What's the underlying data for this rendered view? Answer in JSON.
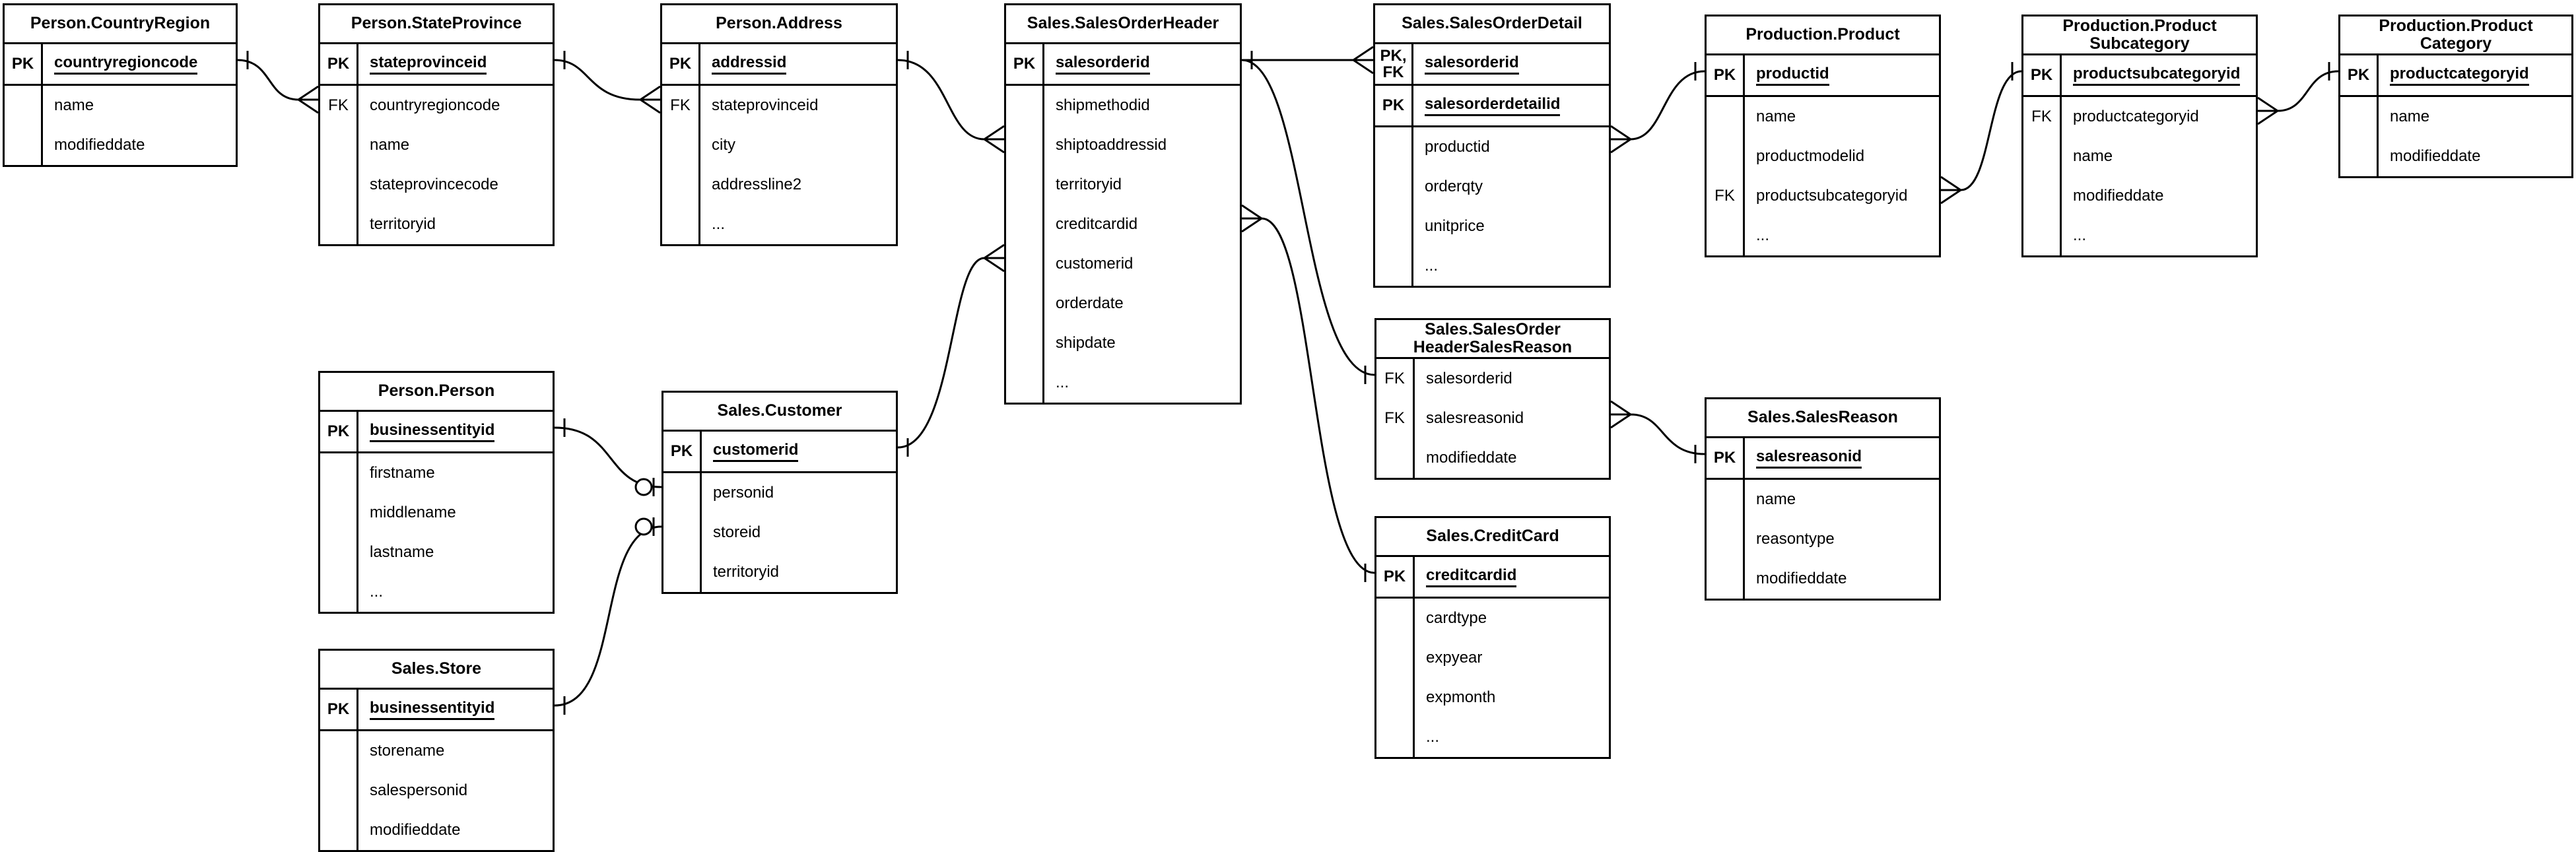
{
  "diagram": {
    "background_color": "#ffffff",
    "line_color": "#000000",
    "text_color": "#000000",
    "notation": "crow's foot"
  },
  "entities": [
    {
      "id": "person-countryregion",
      "title": "Person.CountryRegion",
      "sections": [
        [
          {
            "key": "PK",
            "name": "countryregioncode",
            "pk": true
          }
        ],
        [
          {
            "key": "",
            "name": "name"
          },
          {
            "key": "",
            "name": "modifieddate"
          }
        ]
      ]
    },
    {
      "id": "person-stateprovince",
      "title": "Person.StateProvince",
      "sections": [
        [
          {
            "key": "PK",
            "name": "stateprovinceid",
            "pk": true
          }
        ],
        [
          {
            "key": "FK",
            "name": "countryregioncode"
          },
          {
            "key": "",
            "name": "name"
          },
          {
            "key": "",
            "name": "stateprovincecode"
          },
          {
            "key": "",
            "name": "territoryid"
          }
        ]
      ]
    },
    {
      "id": "person-address",
      "title": "Person.Address",
      "sections": [
        [
          {
            "key": "PK",
            "name": "addressid",
            "pk": true
          }
        ],
        [
          {
            "key": "FK",
            "name": "stateprovinceid"
          },
          {
            "key": "",
            "name": "city"
          },
          {
            "key": "",
            "name": "addressline2"
          },
          {
            "key": "",
            "name": "..."
          }
        ]
      ]
    },
    {
      "id": "sales-salesorderheader",
      "title": "Sales.SalesOrderHeader",
      "sections": [
        [
          {
            "key": "PK",
            "name": "salesorderid",
            "pk": true
          }
        ],
        [
          {
            "key": "",
            "name": "shipmethodid"
          },
          {
            "key": "",
            "name": "shiptoaddressid"
          },
          {
            "key": "",
            "name": "territoryid"
          },
          {
            "key": "",
            "name": "creditcardid"
          },
          {
            "key": "",
            "name": "customerid"
          },
          {
            "key": "",
            "name": "orderdate"
          },
          {
            "key": "",
            "name": "shipdate"
          },
          {
            "key": "",
            "name": "..."
          }
        ]
      ]
    },
    {
      "id": "sales-salesorderdetail",
      "title": "Sales.SalesOrderDetail",
      "sections": [
        [
          {
            "key": "PK, FK",
            "name": "salesorderid",
            "pk": true
          }
        ],
        [
          {
            "key": "PK",
            "name": "salesorderdetailid",
            "pk": true
          }
        ],
        [
          {
            "key": "",
            "name": "productid"
          },
          {
            "key": "",
            "name": "orderqty"
          },
          {
            "key": "",
            "name": "unitprice"
          },
          {
            "key": "",
            "name": "..."
          }
        ]
      ]
    },
    {
      "id": "production-product",
      "title": "Production.Product",
      "sections": [
        [
          {
            "key": "PK",
            "name": "productid",
            "pk": true
          }
        ],
        [
          {
            "key": "",
            "name": "name"
          },
          {
            "key": "",
            "name": "productmodelid"
          },
          {
            "key": "FK",
            "name": "productsubcategoryid"
          },
          {
            "key": "",
            "name": "..."
          }
        ]
      ]
    },
    {
      "id": "production-productsubcategory",
      "title": "Production.Product Subcategory",
      "sections": [
        [
          {
            "key": "PK",
            "name": "productsubcategoryid",
            "pk": true
          }
        ],
        [
          {
            "key": "FK",
            "name": "productcategoryid"
          },
          {
            "key": "",
            "name": "name"
          },
          {
            "key": "",
            "name": "modifieddate"
          },
          {
            "key": "",
            "name": "..."
          }
        ]
      ]
    },
    {
      "id": "production-productcategory",
      "title": "Production.Product Category",
      "sections": [
        [
          {
            "key": "PK",
            "name": "productcategoryid",
            "pk": true
          }
        ],
        [
          {
            "key": "",
            "name": "name"
          },
          {
            "key": "",
            "name": "modifieddate"
          }
        ]
      ]
    },
    {
      "id": "person-person",
      "title": "Person.Person",
      "sections": [
        [
          {
            "key": "PK",
            "name": "businessentityid",
            "pk": true
          }
        ],
        [
          {
            "key": "",
            "name": "firstname"
          },
          {
            "key": "",
            "name": "middlename"
          },
          {
            "key": "",
            "name": "lastname"
          },
          {
            "key": "",
            "name": "..."
          }
        ]
      ]
    },
    {
      "id": "sales-customer",
      "title": "Sales.Customer",
      "sections": [
        [
          {
            "key": "PK",
            "name": "customerid",
            "pk": true
          }
        ],
        [
          {
            "key": "",
            "name": "personid"
          },
          {
            "key": "",
            "name": "storeid"
          },
          {
            "key": "",
            "name": "territoryid"
          }
        ]
      ]
    },
    {
      "id": "sales-store",
      "title": "Sales.Store",
      "sections": [
        [
          {
            "key": "PK",
            "name": "businessentityid",
            "pk": true
          }
        ],
        [
          {
            "key": "",
            "name": "storename"
          },
          {
            "key": "",
            "name": "salespersonid"
          },
          {
            "key": "",
            "name": "modifieddate"
          }
        ]
      ]
    },
    {
      "id": "sales-salesorderheadersalesreason",
      "title": "Sales.SalesOrder HeaderSalesReason",
      "sections": [
        [
          {
            "key": "FK",
            "name": "salesorderid"
          },
          {
            "key": "FK",
            "name": "salesreasonid"
          },
          {
            "key": "",
            "name": "modifieddate"
          }
        ]
      ]
    },
    {
      "id": "sales-creditcard",
      "title": "Sales.CreditCard",
      "sections": [
        [
          {
            "key": "PK",
            "name": "creditcardid",
            "pk": true
          }
        ],
        [
          {
            "key": "",
            "name": "cardtype"
          },
          {
            "key": "",
            "name": "expyear"
          },
          {
            "key": "",
            "name": "expmonth"
          },
          {
            "key": "",
            "name": "..."
          }
        ]
      ]
    },
    {
      "id": "sales-salesreason",
      "title": "Sales.SalesReason",
      "sections": [
        [
          {
            "key": "PK",
            "name": "salesreasonid",
            "pk": true
          }
        ],
        [
          {
            "key": "",
            "name": "name"
          },
          {
            "key": "",
            "name": "reasontype"
          },
          {
            "key": "",
            "name": "modifieddate"
          }
        ]
      ]
    }
  ],
  "relationships": [
    {
      "id": "countryregion-stateprovince",
      "from": "Person.CountryRegion.countryregioncode",
      "to": "Person.StateProvince.countryregioncode",
      "from_end": "one",
      "to_end": "many"
    },
    {
      "id": "stateprovince-address",
      "from": "Person.StateProvince.stateprovinceid",
      "to": "Person.Address.stateprovinceid",
      "from_end": "one",
      "to_end": "many"
    },
    {
      "id": "address-salesorderheader",
      "from": "Person.Address.addressid",
      "to": "Sales.SalesOrderHeader.shiptoaddressid",
      "from_end": "one",
      "to_end": "many"
    },
    {
      "id": "customer-salesorderheader",
      "from": "Sales.Customer.customerid",
      "to": "Sales.SalesOrderHeader.customerid",
      "from_end": "one",
      "to_end": "many"
    },
    {
      "id": "salesorderheader-salesorderdetail",
      "from": "Sales.SalesOrderHeader.salesorderid",
      "to": "Sales.SalesOrderDetail.salesorderid",
      "from_end": "one",
      "to_end": "many"
    },
    {
      "id": "salesorderheader-headersalesreason",
      "from": "Sales.SalesOrderHeader.salesorderid",
      "to": "Sales.SalesOrderHeaderSalesReason.salesorderid",
      "from_end": "one",
      "to_end": "one"
    },
    {
      "id": "creditcard-salesorderheader",
      "from": "Sales.CreditCard.creditcardid",
      "to": "Sales.SalesOrderHeader.creditcardid",
      "from_end": "one",
      "to_end": "many"
    },
    {
      "id": "product-salesorderdetail",
      "from": "Production.Product.productid",
      "to": "Sales.SalesOrderDetail.productid",
      "from_end": "one",
      "to_end": "many"
    },
    {
      "id": "productsubcategory-product",
      "from": "Production.ProductSubcategory.productsubcategoryid",
      "to": "Production.Product.productsubcategoryid",
      "from_end": "one",
      "to_end": "many"
    },
    {
      "id": "productcategory-productsubcategory",
      "from": "Production.ProductCategory.productcategoryid",
      "to": "Production.ProductSubcategory.productcategoryid",
      "from_end": "one",
      "to_end": "many"
    },
    {
      "id": "salesreason-headersalesreason",
      "from": "Sales.SalesReason.salesreasonid",
      "to": "Sales.SalesOrderHeaderSalesReason.salesreasonid",
      "from_end": "one",
      "to_end": "many"
    },
    {
      "id": "person-customer",
      "from": "Person.Person.businessentityid",
      "to": "Sales.Customer.personid",
      "from_end": "one",
      "to_end": "zero-or-one"
    },
    {
      "id": "store-customer",
      "from": "Sales.Store.businessentityid",
      "to": "Sales.Customer.storeid",
      "from_end": "one",
      "to_end": "zero-or-one"
    }
  ]
}
